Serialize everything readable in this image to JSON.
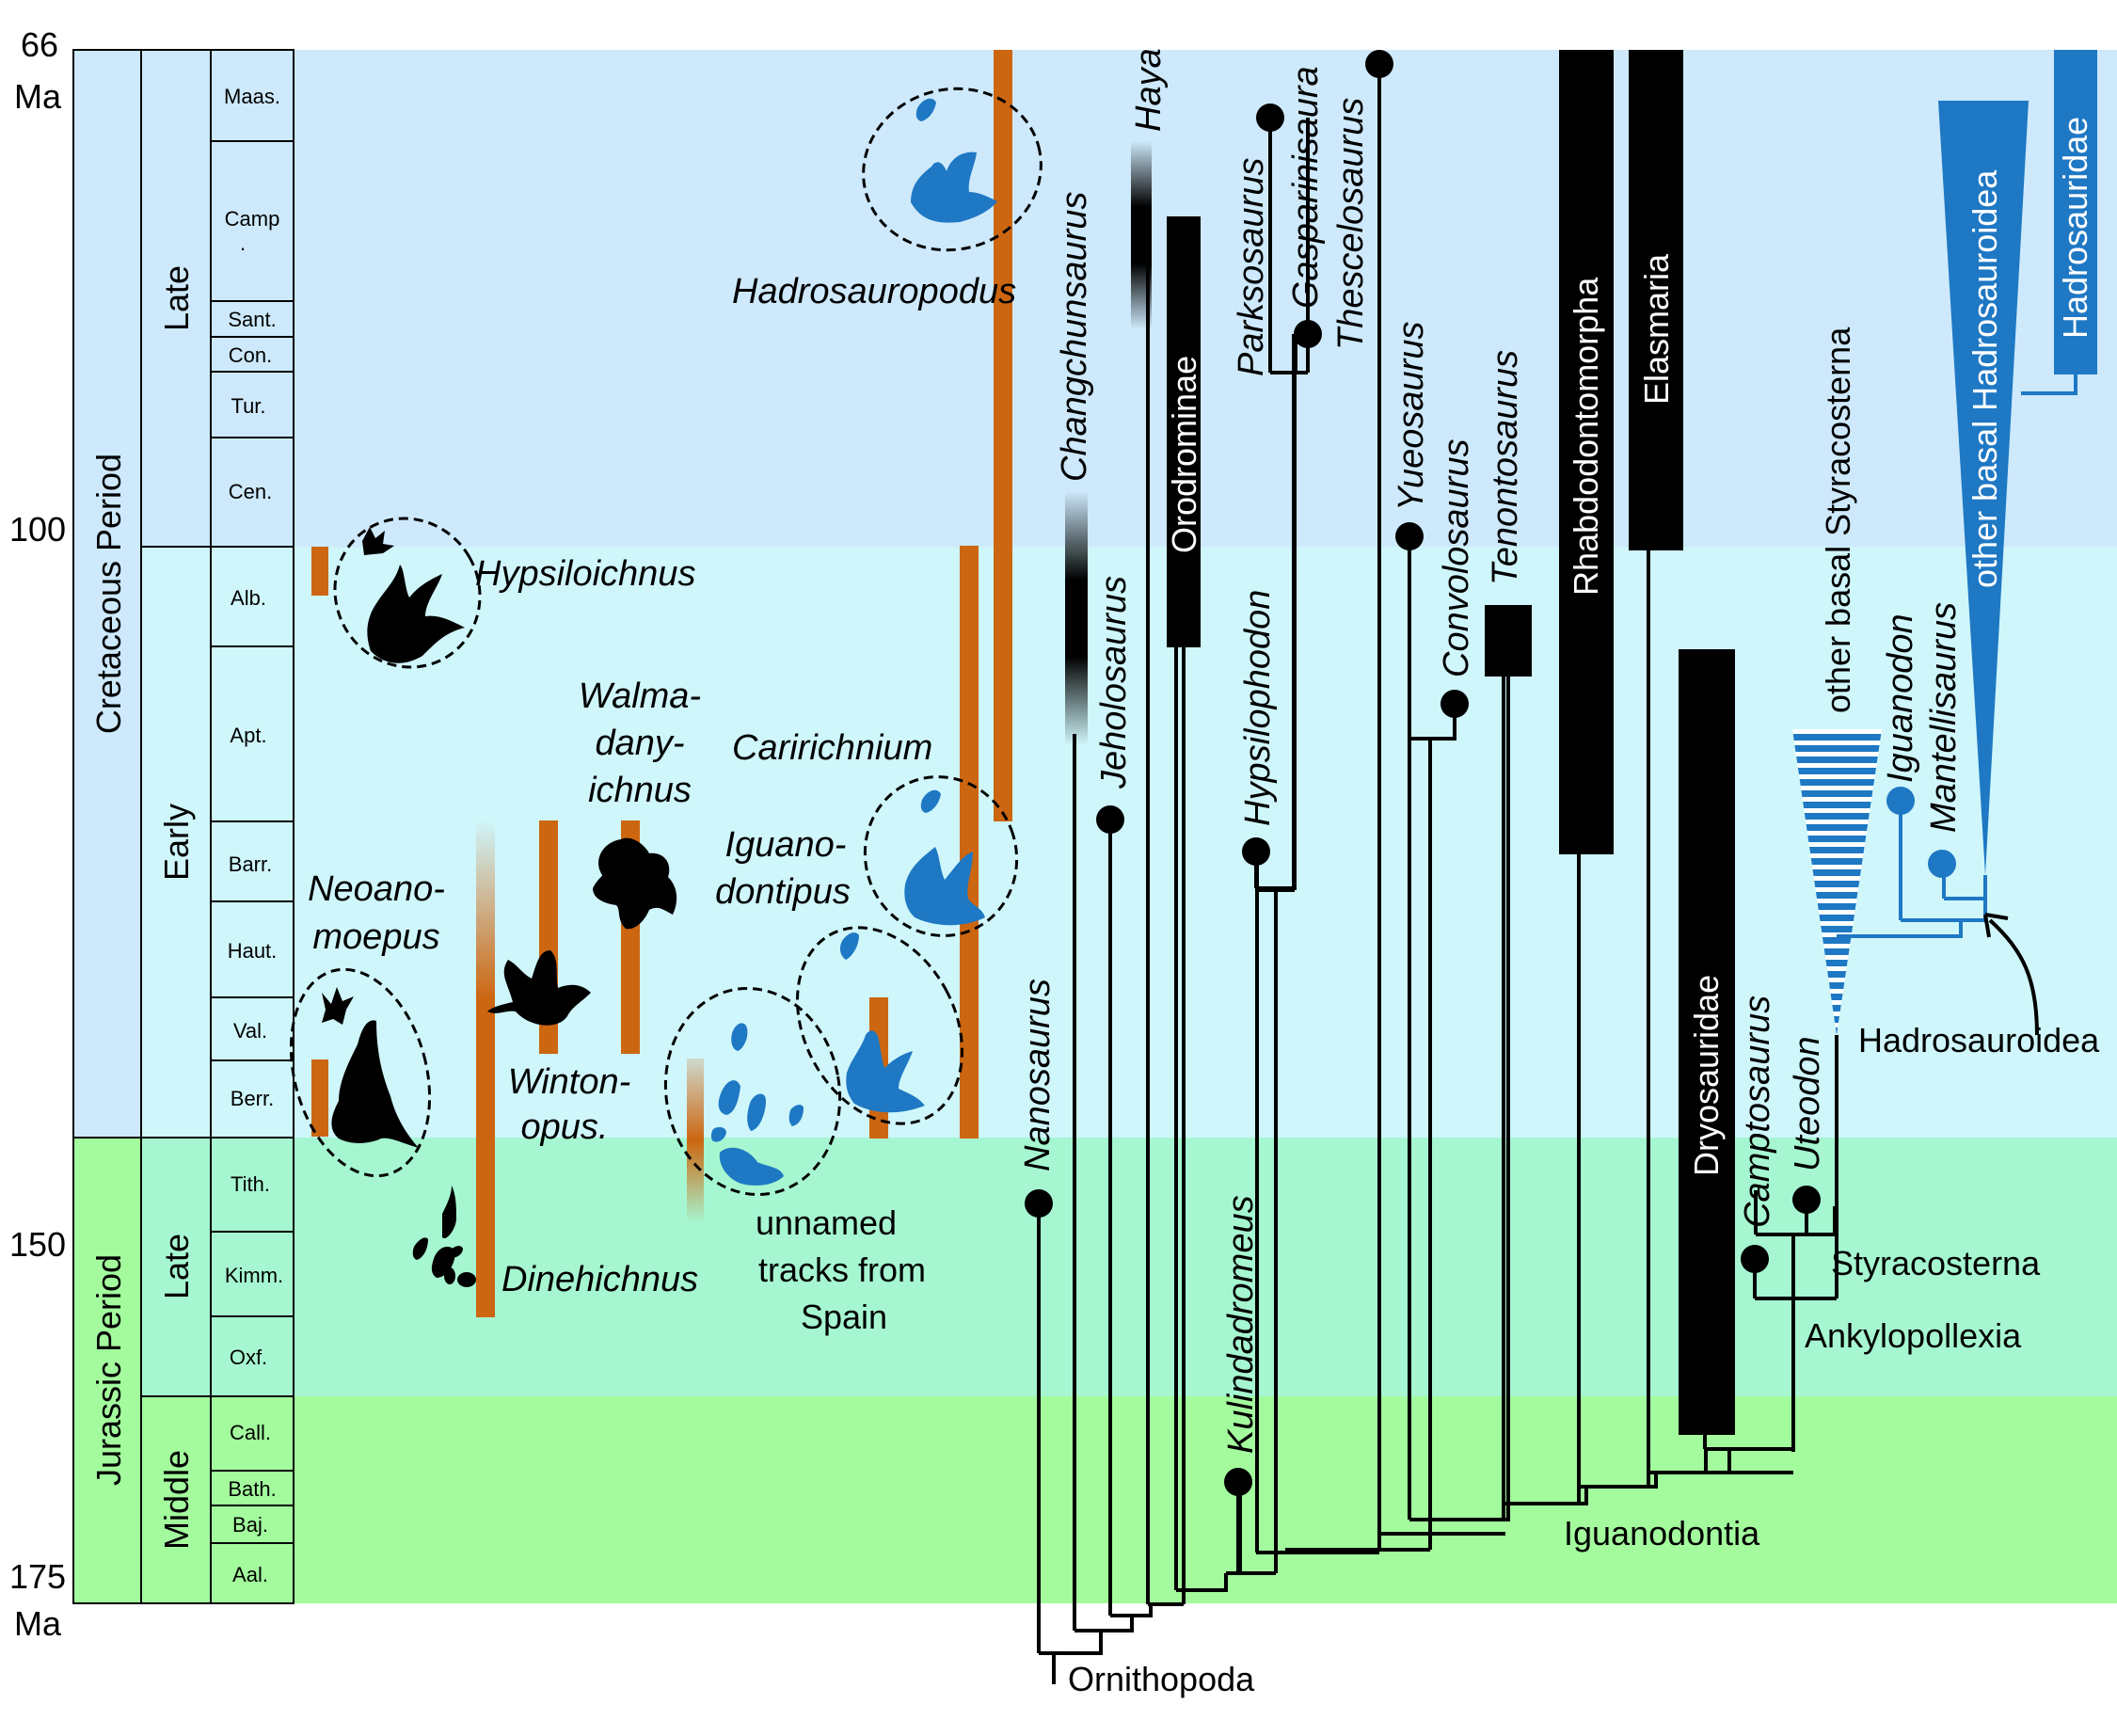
{
  "age_labels": {
    "top": "66",
    "top_unit": "Ma",
    "a100": "100",
    "a150": "150",
    "bottom": "175",
    "bottom_unit": "Ma"
  },
  "periods": {
    "cretaceous": "Cretaceous Period",
    "jurassic": "Jurassic Period"
  },
  "epochs": {
    "late_cretaceous": "Late",
    "early_cretaceous": "Early",
    "late_jurassic": "Late",
    "middle_jurassic": "Middle"
  },
  "stages": {
    "maas": "Maas.",
    "camp": "Camp",
    "camp_dot": ".",
    "sant": "Sant.",
    "con": "Con.",
    "tur": "Tur.",
    "cen": "Cen.",
    "alb": "Alb.",
    "apt": "Apt.",
    "barr": "Barr.",
    "haut": "Haut.",
    "val": "Val.",
    "berr": "Berr.",
    "tith": "Tith.",
    "kimm": "Kimm.",
    "oxf": "Oxf.",
    "call": "Call.",
    "bath": "Bath.",
    "baj": "Baj.",
    "aal": "Aal."
  },
  "ichnotaxa": {
    "hadrosauropodus": "Hadrosauropodus",
    "hypsiloichnus": "Hypsiloichnus",
    "walma1": "Walma-",
    "walma2": "dany-",
    "walma3": "ichnus",
    "caririchnium": "Caririchnium",
    "iguano1": "Iguano-",
    "iguano2": "dontipus",
    "neoano1": "Neoano-",
    "neoano2": "moepus",
    "winton1": "Winton-",
    "winton2": "opus.",
    "dinehichnus": "Dinehichnus",
    "unnamed1": "unnamed",
    "unnamed2": "tracks from",
    "unnamed3": "Spain"
  },
  "taxa": {
    "nanosaurus": "Nanosaurus",
    "changchunsaurus": "Changchunsaurus",
    "jeholosaurus": "Jeholosaurus",
    "haya": "Haya",
    "orodrominae": "Orodrominae",
    "kulindadromeus": "Kulindadromeus",
    "hypsilophodon": "Hypsilophodon",
    "parksosaurus": "Parksosaurus",
    "gasparinisaura": "Gasparinisaura",
    "thescelosaurus": "Thescelosaurus",
    "yueosaurus": "Yueosaurus",
    "convolosaurus": "Convolosaurus",
    "tenontosaurus": "Tenontosaurus",
    "rhabdodontomorpha": "Rhabdodontomorpha",
    "elasmaria": "Elasmaria",
    "dryosauridae": "Dryosauridae",
    "camptosaurus": "Camptosaurus",
    "uteodon": "Uteodon",
    "other_basal_styracosterna": "other basal Styracosterna",
    "iguanodon": "Iguanodon",
    "mantellisaurus": "Mantellisaurus",
    "other_basal_hadrosauroidea": "other basal Hadrosauroidea",
    "hadrosauridae": "Hadrosauridae"
  },
  "clades": {
    "ornithopoda": "Ornithopoda",
    "iguanodontia": "Iguanodontia",
    "ankylopollexia": "Ankylopollexia",
    "styracosterna": "Styracosterna",
    "hadrosauroidea": "Hadrosauroidea"
  },
  "colors": {
    "late_cretaceous_band": "#cde9fb",
    "early_cretaceous_band": "#cff6fb",
    "late_jurassic_band": "#a6f7d1",
    "middle_jurassic_band": "#a3fb9d",
    "track_range_bar": "#cc6611",
    "hadrosauroid_blue": "#1e78c4",
    "black": "#000000"
  }
}
